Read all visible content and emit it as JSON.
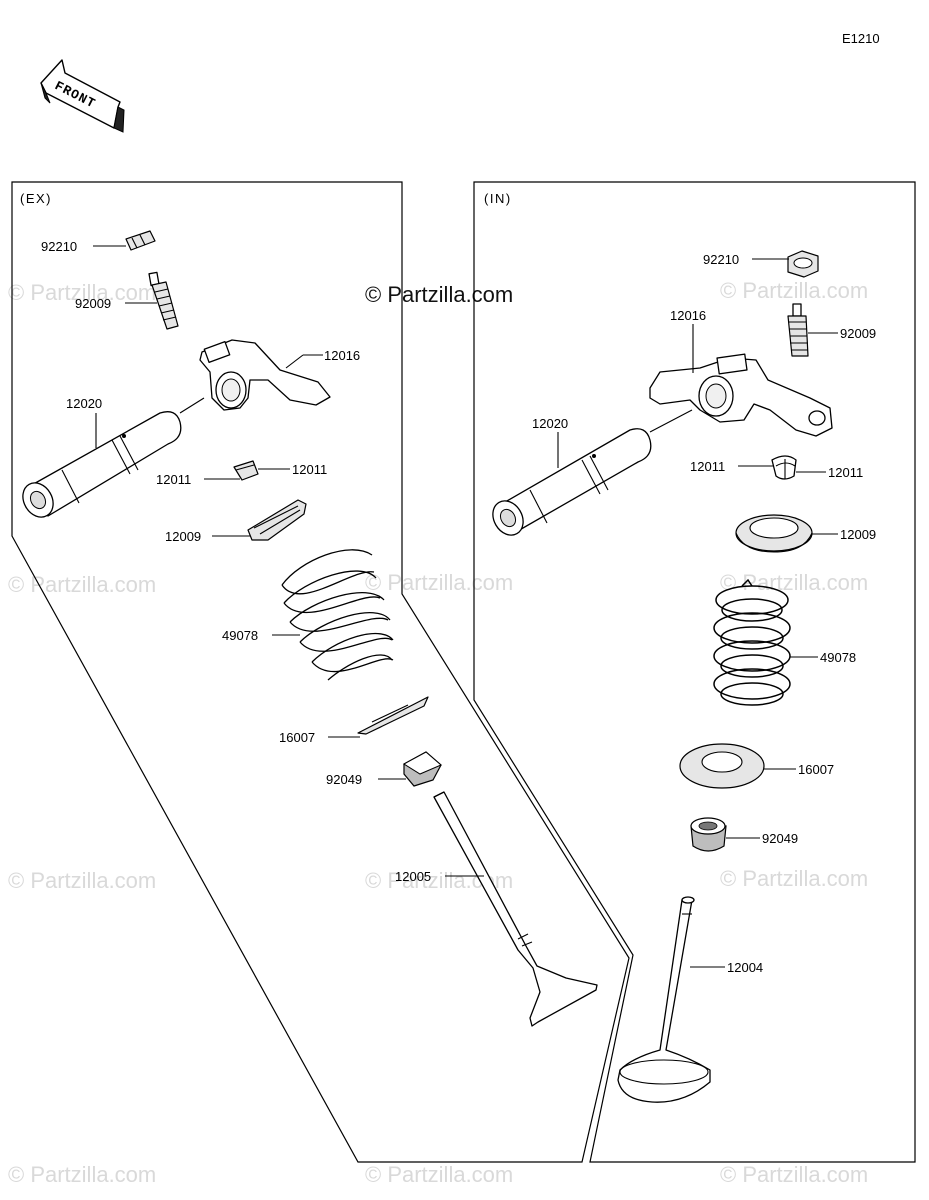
{
  "diagram_code": "E1210",
  "front_label": "FRONT",
  "watermark_brand": "© Partzilla.com",
  "watermark": "© Partzilla.com",
  "panels": {
    "exhaust_label": "(EX)",
    "intake_label": "(IN)"
  },
  "parts_ex": {
    "nut": "92210",
    "adjuster": "92009",
    "rocker_arm": "12016",
    "rocker_shaft": "12020",
    "cotter_left": "12011",
    "cotter_right": "12011",
    "retainer": "12009",
    "spring": "49078",
    "spring_seat": "16007",
    "stem_seal": "92049",
    "valve": "12005"
  },
  "parts_in": {
    "nut": "92210",
    "adjuster": "92009",
    "rocker_arm": "12016",
    "rocker_shaft": "12020",
    "cotter_left": "12011",
    "cotter_right": "12011",
    "retainer": "12009",
    "spring": "49078",
    "spring_seat": "16007",
    "stem_seal": "92049",
    "valve": "12004"
  }
}
